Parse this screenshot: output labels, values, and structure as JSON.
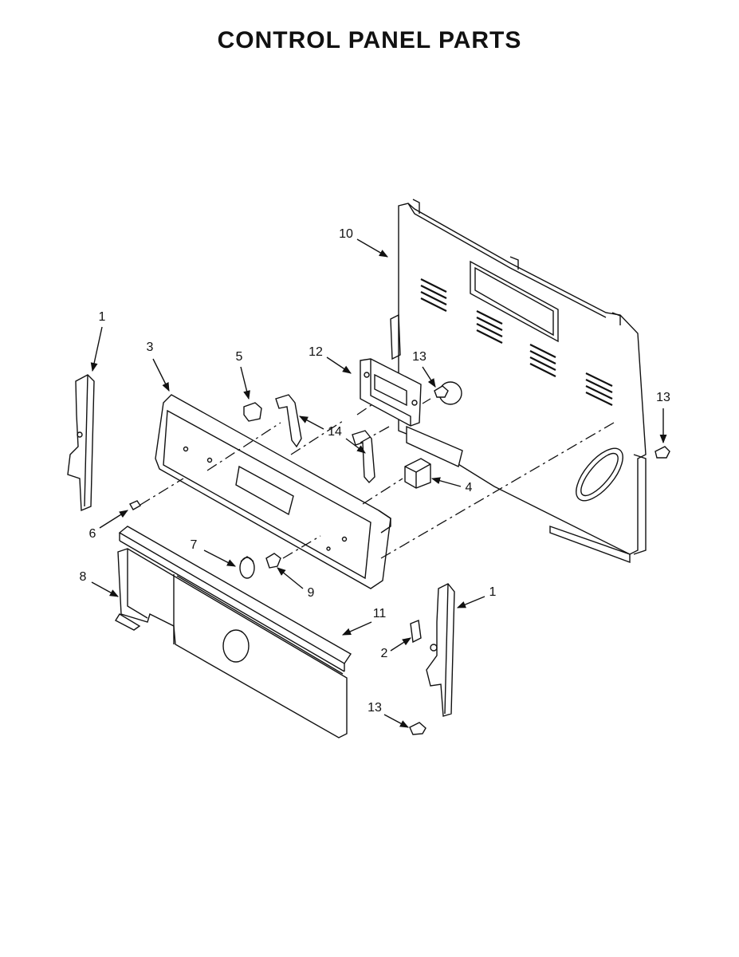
{
  "title": "CONTROL PANEL PARTS",
  "callouts": {
    "c1_left": "1",
    "c1_right": "1",
    "c2": "2",
    "c3": "3",
    "c4": "4",
    "c5": "5",
    "c6": "6",
    "c7": "7",
    "c8": "8",
    "c9": "9",
    "c10": "10",
    "c11": "11",
    "c12": "12",
    "c13_top": "13",
    "c13_right": "13",
    "c13_bottom": "13",
    "c14": "14"
  }
}
